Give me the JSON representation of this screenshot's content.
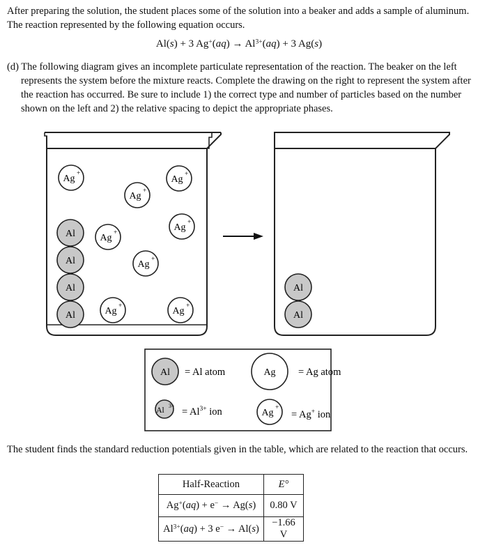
{
  "intro_text": "After preparing the solution, the student places some of the solution into a beaker and adds a sample of aluminum. The reaction represented by the following equation occurs.",
  "equation": {
    "reactant1": "Al(",
    "reactant1_state": "s",
    "plus1": ") + 3 Ag",
    "ag_charge": "+",
    "aq1": "aq",
    "arrow": "→ Al",
    "al_charge": "3+",
    "aq2": "aq",
    "plus2": ") + 3 Ag(",
    "product_state": "s",
    "close": ")"
  },
  "part_d_text": "(d) The following diagram gives an incomplete particulate representation of the reaction. The beaker on the left represents the system before the mixture reacts. Complete the drawing on the right to represent the system after the reaction has occurred. Be sure to include 1) the correct type and number of particles based on the number shown on the left and 2) the relative spacing to depict the appropriate phases.",
  "particles": {
    "al_label": "Al",
    "ag_ion_label": "Ag",
    "ag_ion_charge": "+"
  },
  "legend": {
    "al_atom_symbol": "Al",
    "al_atom_text": "= Al atom",
    "ag_atom_symbol": "Ag",
    "ag_atom_text": "= Ag atom",
    "al_ion_symbol": "Al",
    "al_ion_charge": "3+",
    "al_ion_text_pre": "= Al",
    "al_ion_text_charge": "3+",
    "al_ion_text_post": " ion",
    "ag_ion_symbol": "Ag",
    "ag_ion_charge": "+",
    "ag_ion_text_pre": "= Ag",
    "ag_ion_text_charge": "+",
    "ag_ion_text_post": " ion"
  },
  "findings_text": "The student finds the standard reduction potentials given in the table, which are related to the reaction that occurs.",
  "table": {
    "header_reaction": "Half-Reaction",
    "header_potential": "E°",
    "row1": {
      "pre": "Ag",
      "charge": "+",
      "aq": "aq",
      "mid": ") + e",
      "e_charge": "−",
      "post": " → Ag(",
      "state": "s",
      "end": ")",
      "potential": "0.80 V"
    },
    "row2": {
      "pre": "Al",
      "charge": "3+",
      "aq": "aq",
      "mid": ") + 3 e",
      "e_charge": "−",
      "post": " → Al(",
      "state": "s",
      "end": ")",
      "potential": "−1.66 V"
    }
  },
  "colors": {
    "al_fill": "#c8c8c8",
    "ag_fill": "#ffffff",
    "stroke": "#222222"
  }
}
